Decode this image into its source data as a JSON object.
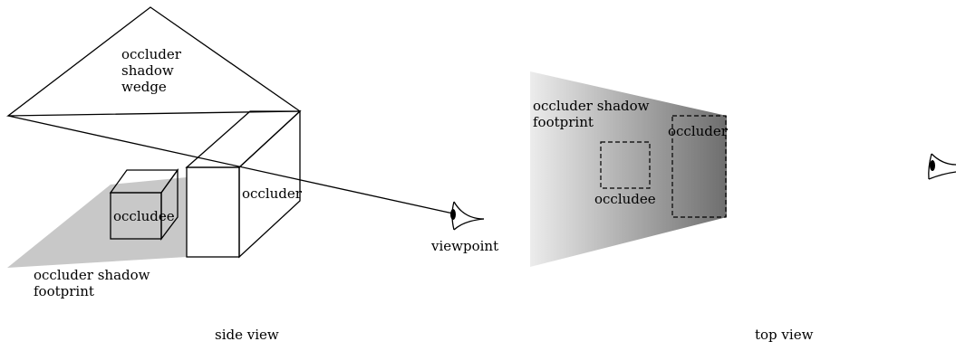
{
  "side_view": {
    "caption": "side view",
    "wedge_label": [
      "occluder",
      "shadow",
      "wedge"
    ],
    "occluder_label": "occluder",
    "occludee_label": "occludee",
    "footprint_label": [
      "occluder shadow",
      "footprint"
    ],
    "viewpoint_label": "viewpoint"
  },
  "top_view": {
    "caption": "top view",
    "footprint_label": [
      "occluder shadow",
      "footprint"
    ],
    "occluder_label": "occluder",
    "occludee_label": "occludee"
  },
  "colors": {
    "shadow_gray": "#c8c8c8",
    "gradient_light": "#ececec",
    "gradient_dark": "#6e6e6e"
  }
}
